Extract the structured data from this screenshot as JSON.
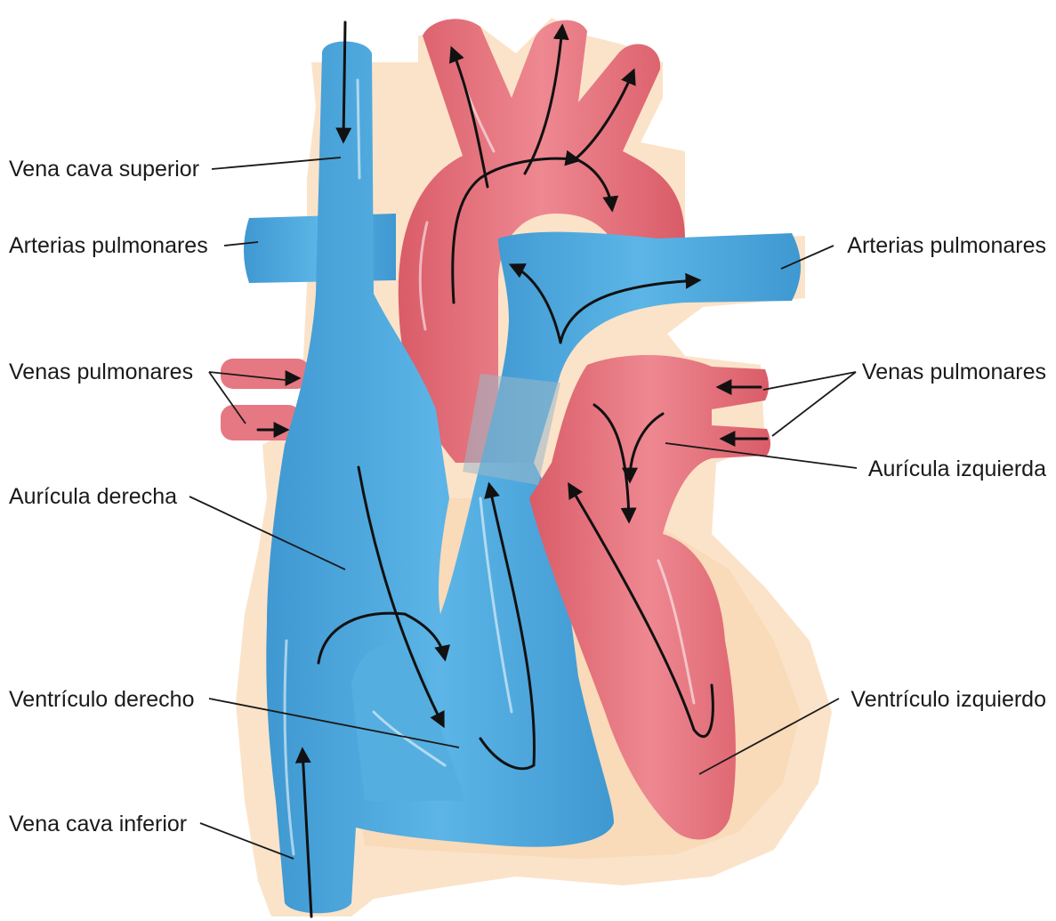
{
  "labels": {
    "vena_cava_superior": "Vena cava superior",
    "arterias_pulmonares_left": "Arterias pulmonares",
    "arterias_pulmonares_right": "Arterias pulmonares",
    "venas_pulmonares_left": "Venas pulmonares",
    "venas_pulmonares_right": "Venas pulmonares",
    "auricula_derecha": "Aurícula derecha",
    "auricula_izquierda": "Aurícula izquierda",
    "ventriculo_derecho": "Ventrículo derecho",
    "ventriculo_izquierdo": "Ventrículo izquierdo",
    "vena_cava_inferior": "Vena cava inferior"
  },
  "colors": {
    "deoxygenated": "#4ea8dc",
    "oxygenated": "#e26f7a",
    "myocardium": "#f9dcbf",
    "outline": "#fbe6cf",
    "arrow": "#111111"
  }
}
